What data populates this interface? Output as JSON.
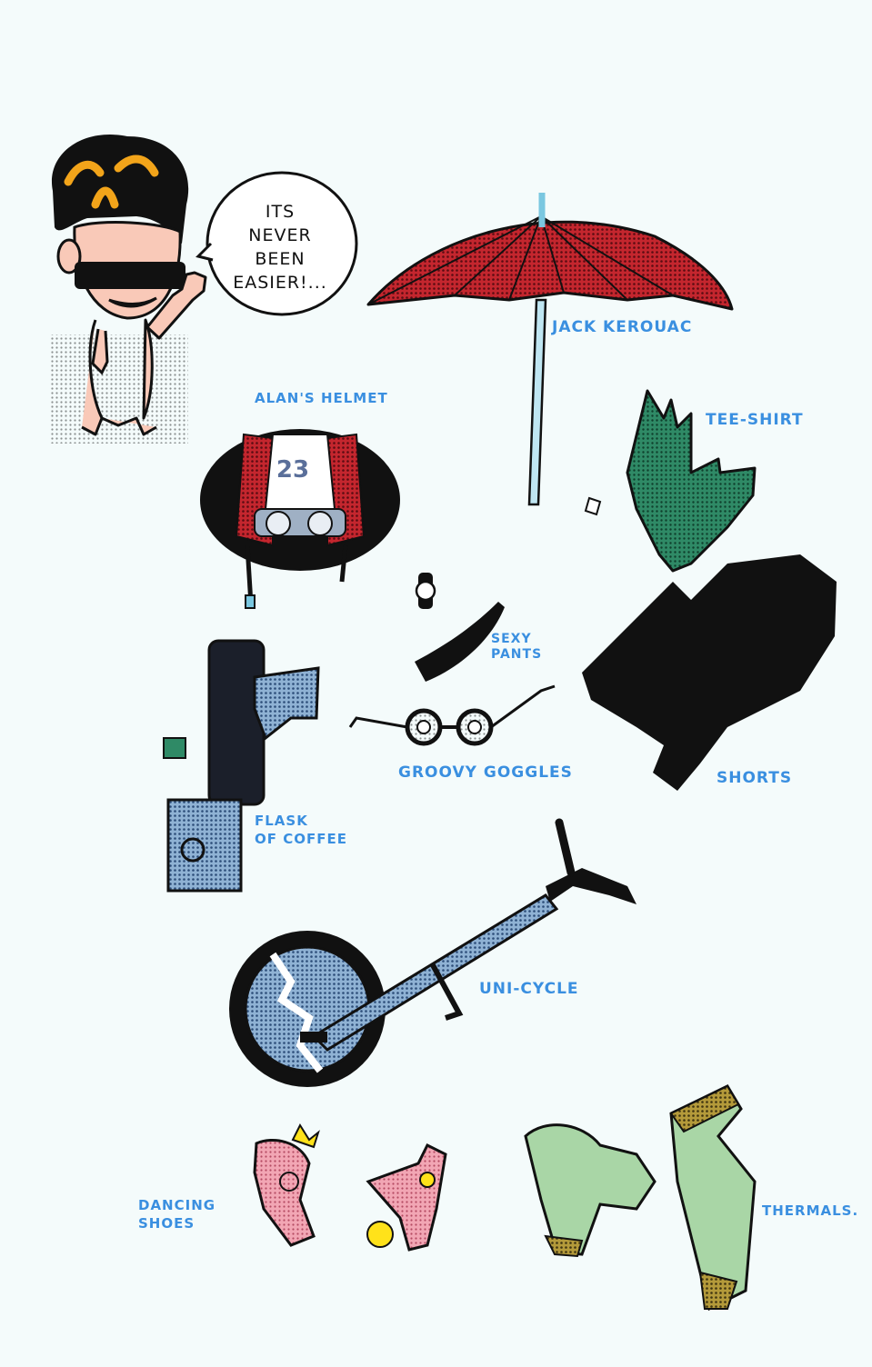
{
  "speech_bubble": {
    "text": "ITS\nNEVER\nBEEN\nEASIER!..."
  },
  "labels": {
    "umbrella": "JACK KEROUAC",
    "helmet": "ALAN'S HELMET",
    "tee_shirt": "TEE-SHIRT",
    "sexy_pants": "SEXY\nPANTS",
    "goggles": "GROOVY GOGGLES",
    "shorts": "SHORTS",
    "flask": "FLASK\nOF COFFEE",
    "unicycle": "UNI-CYCLE",
    "dancing_shoes": "DANCING\nSHOES",
    "thermals": "THERMALS."
  },
  "helmet_number": "23",
  "colors": {
    "label_blue": "#3a8fe0",
    "umbrella_red": "#b8222c",
    "shirt_green": "#2f8a66",
    "sock_green": "#a9d6a6",
    "shoe_pink": "#f2a6b4",
    "flower_yellow": "#ffe21a",
    "skin": "#f9c9b8",
    "hair_orange": "#f2a41a",
    "ink": "#111111"
  }
}
